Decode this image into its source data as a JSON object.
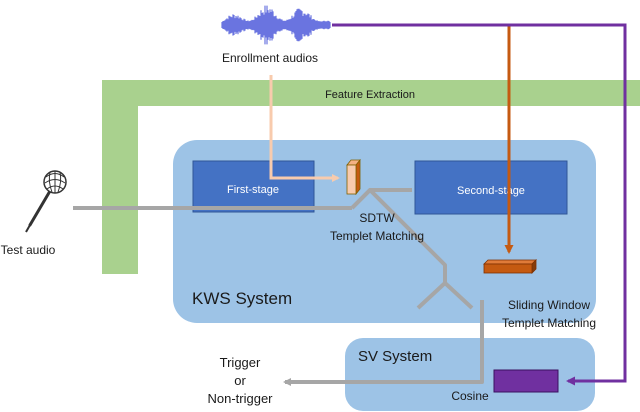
{
  "labels": {
    "enrollment": "Enrollment audios",
    "feature_extraction": "Feature Extraction",
    "first_stage": "First-stage",
    "second_stage": "Second-stage",
    "sdtw_line1": "SDTW",
    "sdtw_line2": "Templet Matching",
    "kws_system": "KWS System",
    "sliding_line1": "Sliding Window",
    "sliding_line2": "Templet Matching",
    "sv_system": "SV System",
    "cosine": "Cosine",
    "test_audio": "Test audio",
    "trigger": "Trigger",
    "or": "or",
    "non_trigger": "Non-trigger"
  },
  "colors": {
    "feature_band": "#a9d18e",
    "system_box": "#9dc3e6",
    "stage_box": "#4472c4",
    "stage_border": "#2f5597",
    "waveform": "#6a74e0",
    "enroll_line_pink": "#f8cbad",
    "enroll_line_orange": "#c55a11",
    "enroll_line_purple": "#7030a0",
    "template_bar": "#f8cbad",
    "sliding_bar": "#c55a11",
    "cosine_box": "#7030a0",
    "signal_gray": "#a6a6a6"
  },
  "icons": {
    "microphone": "microphone-icon",
    "waveform": "audio-waveform-icon"
  }
}
